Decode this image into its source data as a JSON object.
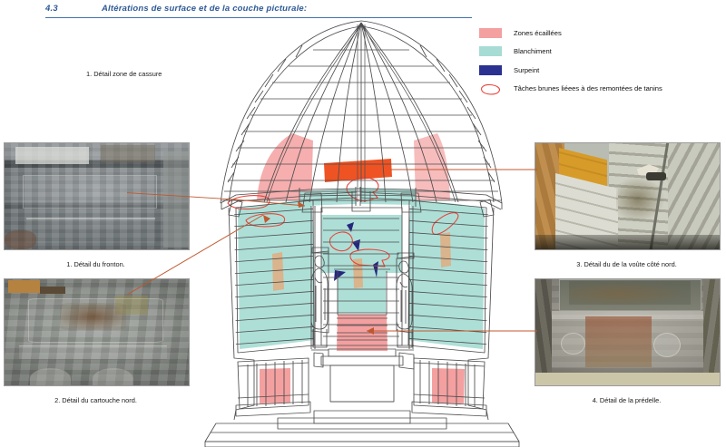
{
  "heading": {
    "number": "4.3",
    "title": "Altérations de surface et de la couche picturale:"
  },
  "legend": {
    "items": [
      {
        "swatch": "pink",
        "color": "#f4a0a0",
        "label": "Zones écaillées"
      },
      {
        "swatch": "teal",
        "color": "#a6dcd4",
        "label": "Blanchiment"
      },
      {
        "swatch": "blue",
        "color": "#2a3190",
        "label": "Surpeint"
      },
      {
        "swatch": "blob",
        "color": "#e8443a",
        "label": "Tâches brunes liéees à des remontées de tanins"
      }
    ]
  },
  "annotations": {
    "break_zone": "1. Détail zone de cassure"
  },
  "photos": [
    {
      "id": "photo-fronton",
      "caption": "1. Détail du fronton."
    },
    {
      "id": "photo-cartouche",
      "caption": "2. Détail du cartouche nord."
    },
    {
      "id": "photo-voute",
      "caption": "3. Détail du de la voûte côté nord."
    },
    {
      "id": "photo-predelle",
      "caption": "4. Détail de la prédelle."
    }
  ],
  "diagram": {
    "name": "retable-elevation-drawing",
    "outline_color": "#4d4d4d",
    "leader_color": "#c0582e",
    "colors": {
      "ecaillage": "#f4a0a0",
      "ecaillage_strong": "#ef5323",
      "blanchiment": "#a6dcd4",
      "surpeint": "#25277f",
      "tanin_outline": "#e8443a",
      "bois": "#d9b48c"
    }
  }
}
